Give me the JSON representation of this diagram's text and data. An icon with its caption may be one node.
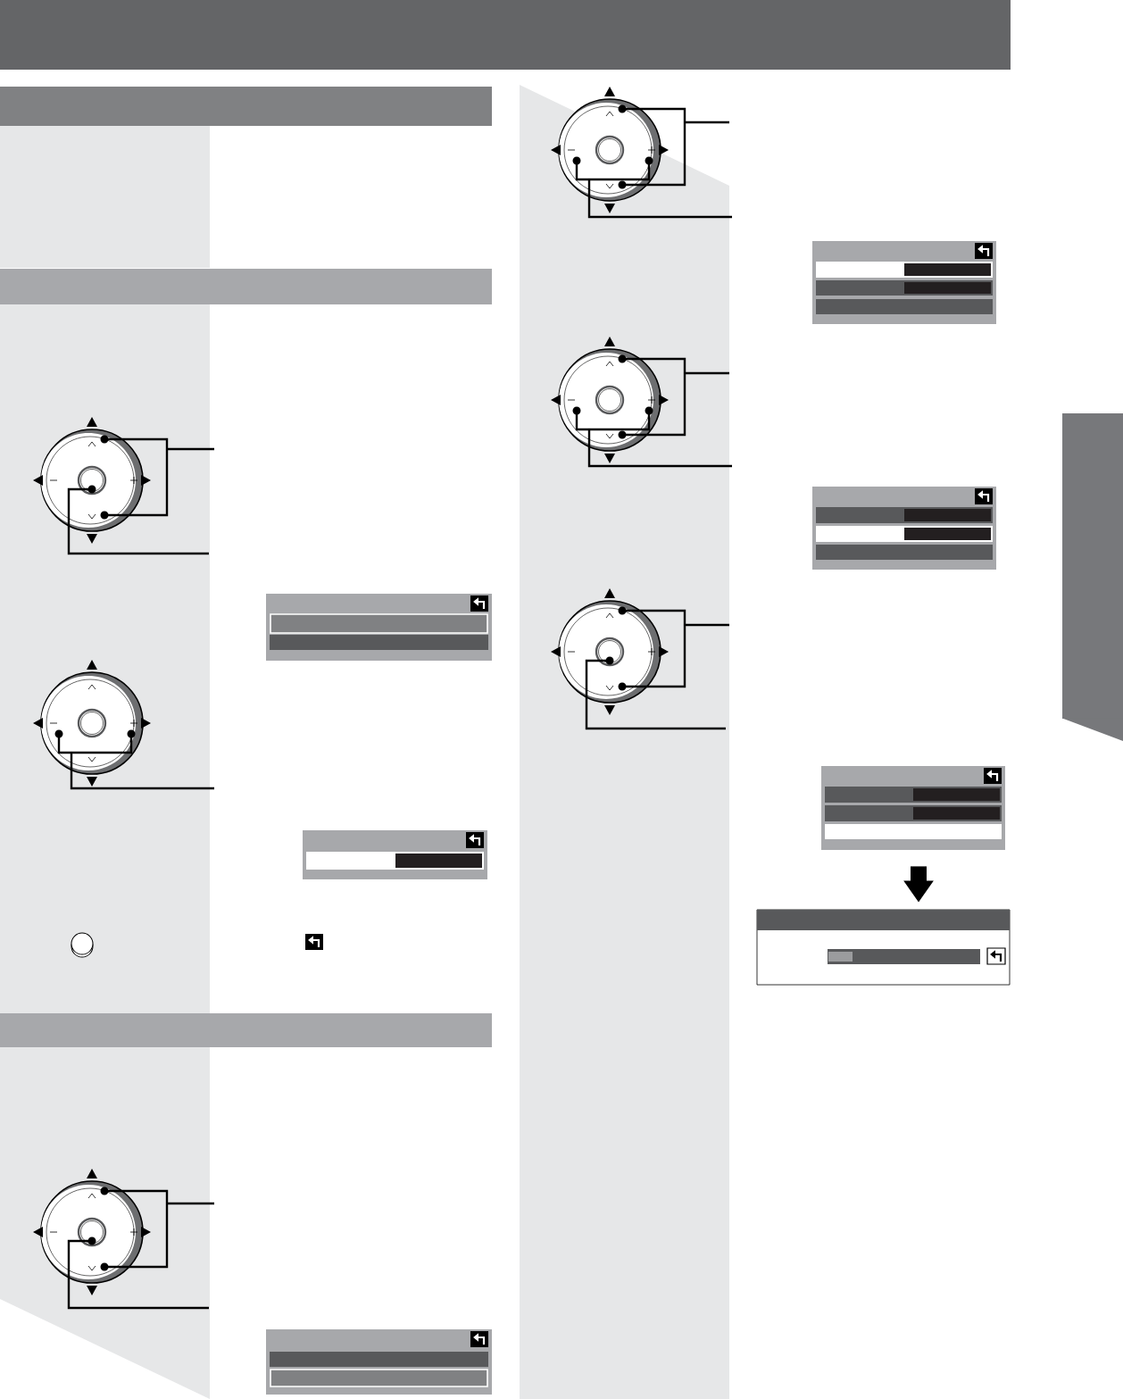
{
  "diagram": {
    "nodes": [
      {
        "text": [],
        "shape": "picture"
      },
      {
        "text": [],
        "shape": "box"
      },
      {
        "text": [],
        "shape": "picture"
      },
      {
        "text": [],
        "shape": "box"
      },
      {
        "text": [],
        "shape": "picture"
      },
      {
        "text": [],
        "shape": "box"
      },
      {
        "text": [],
        "shape": "picture"
      },
      {
        "text": [],
        "shape": "box"
      },
      {
        "text": [],
        "shape": "picture"
      },
      {
        "text": [],
        "shape": "box"
      },
      {
        "text": [],
        "shape": "picture"
      },
      {
        "text": [],
        "shape": "box"
      },
      {
        "text": [],
        "shape": "box"
      },
      {
        "text": [],
        "shape": "bar"
      },
      {
        "text": [],
        "shape": "bar"
      },
      {
        "text": [],
        "shape": "bar"
      },
      {
        "text": [],
        "shape": "bar"
      }
    ],
    "edges": [
      {
        "from": null,
        "to": 0,
        "arrow": "none"
      },
      {
        "from": null,
        "to": 0,
        "arrow": "none"
      },
      {
        "from": null,
        "to": 2,
        "arrow": "none"
      },
      {
        "from": null,
        "to": 4,
        "arrow": "none"
      },
      {
        "from": null,
        "to": 4,
        "arrow": "none"
      },
      {
        "from": null,
        "to": 6,
        "arrow": "none"
      },
      {
        "from": null,
        "to": 6,
        "arrow": "none"
      },
      {
        "from": null,
        "to": 8,
        "arrow": "none"
      },
      {
        "from": null,
        "to": 8,
        "arrow": "none"
      },
      {
        "from": null,
        "to": 10,
        "arrow": "none"
      },
      {
        "from": null,
        "to": 10,
        "arrow": "none"
      },
      {
        "from": 11,
        "to": 12,
        "arrow": "to",
        "style": "thick"
      }
    ]
  }
}
